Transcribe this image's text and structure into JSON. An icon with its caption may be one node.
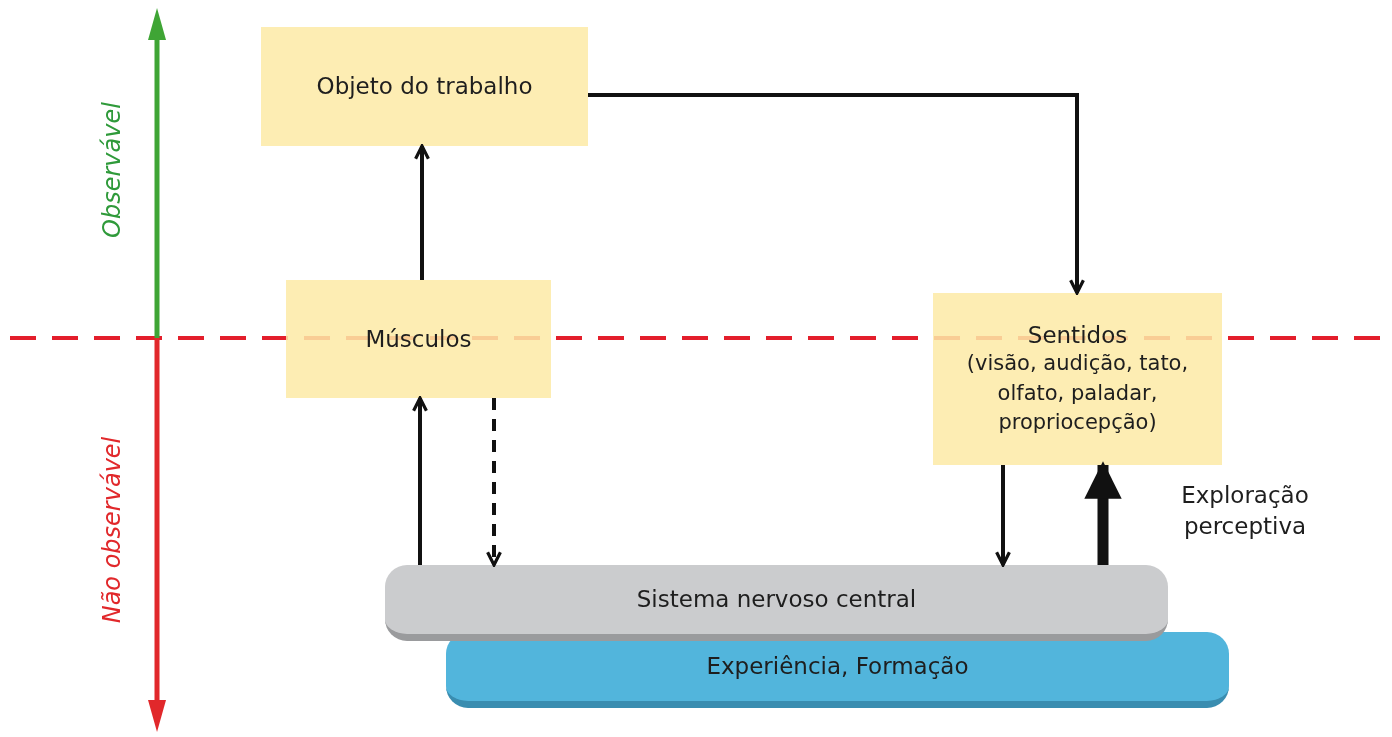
{
  "diagram": {
    "nodes": [
      {
        "text": [
          "Objeto do trabalho"
        ]
      },
      {
        "text": [
          "Músculos"
        ]
      },
      {
        "text": [
          "Sentidos",
          "(visão, audição, tato, olfato, paladar, propriocepção)"
        ]
      },
      {
        "text": [
          "Sistema nervoso central"
        ]
      },
      {
        "text": [
          "Experiência, Formação"
        ]
      }
    ],
    "edges": [
      {
        "from": 1,
        "to": 0,
        "arrow": "to"
      },
      {
        "from": 0,
        "to": 2,
        "arrow": "to"
      },
      {
        "from": 3,
        "to": 1,
        "arrow": "to"
      },
      {
        "from": 1,
        "to": 3,
        "arrow": "to",
        "style": "dashed"
      },
      {
        "from": 2,
        "to": 3,
        "arrow": "to"
      },
      {
        "from": 3,
        "to": 2,
        "arrow": "to",
        "style": "thick",
        "label": "Exploração perceptiva"
      }
    ],
    "labels": [
      "Observável",
      "Não observável"
    ]
  }
}
